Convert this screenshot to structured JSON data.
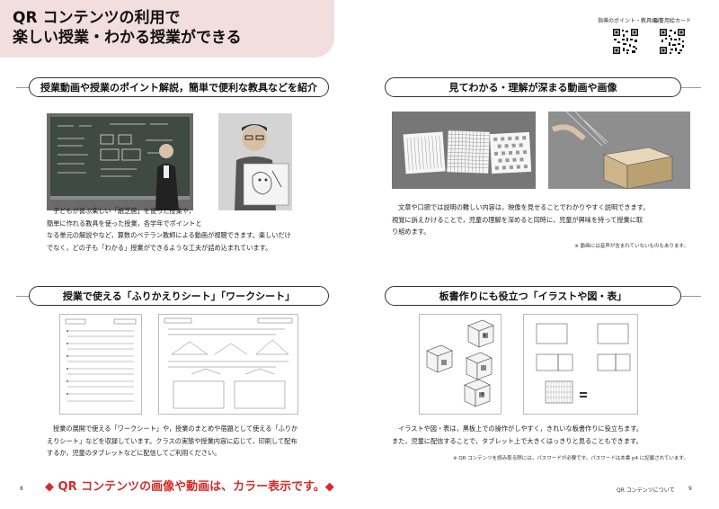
{
  "header": {
    "title_line1": "QR コンテンツの利用で",
    "title_line2": "楽しい授業・わかる授業ができる"
  },
  "qr_codes": [
    {
      "label": "指導のポイント・教具紹介"
    },
    {
      "label": "板書用絵カード"
    }
  ],
  "sections": {
    "top_left": {
      "heading": "授業動画や授業のポイント解説，簡単で便利な教具などを紹介",
      "text_lines": [
        "子どもが喜ぶ楽しい「紙芝居」を使った授業や，",
        "簡単に作れる教具を使った授業，各学年でポイントと",
        "なる単元の解説やなど，算数のベテラン教師による動画が視聴できます。楽しいだけ",
        "でなく，どの子も「わかる」授業ができるような工夫が詰め込まれています。"
      ]
    },
    "top_right": {
      "heading": "見てわかる・理解が深まる動画や画像",
      "text_lines": [
        "文章や口頭では説明の難しい内容は，映像を見せることでわかりやすく説明できます。",
        "視覚に訴えかけることで，児童の理解を深めると同時に，児童が興味を持って授業に取",
        "り組めます。"
      ],
      "note": "※ 動画には音声が含まれていないものもあります。"
    },
    "bottom_left": {
      "heading": "授業で使える「ふりかえりシート」「ワークシート」",
      "text_lines": [
        "授業の展開で使える「ワークシート」や，授業のまとめや宿題として使える「ふりか",
        "えりシート」などを収録しています。クラスの実態や授業内容に応じて，印刷して配布",
        "するか，児童のタブレットなどに配信してご利用ください。"
      ]
    },
    "bottom_right": {
      "heading": "板書作りにも役立つ「イラストや図・表」",
      "text_lines": [
        "イラストや図・表は，黒板上での操作がしやすく，きれいな板書作りに役立ちます。",
        "また，児童に配信することで，タブレット上で大きくはっきりと見ることもできます。"
      ],
      "note": "※ QR コンテンツを読み取る際には，パスワードが必要です。パスワードは本書 p4 に記載されています。"
    }
  },
  "footer": {
    "banner": "◆ QR コンテンツの画像や動画は、カラー表示です。◆",
    "page_left": "8",
    "page_right": "9",
    "running_title": "QR コンテンツについて"
  },
  "colors": {
    "header_band": "#f2dede",
    "banner_red": "#d52b2b"
  }
}
